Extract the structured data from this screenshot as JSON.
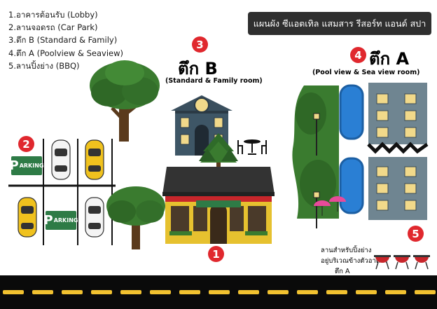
{
  "legend": [
    "1.อาคารต้อนรับ (Lobby)",
    "2.ลานจอดรถ (Car Park)",
    "3.ตึก B (Standard & Family)",
    "4.ตึก A (Poolview & Seaview)",
    "5.ลานปิ้งย่าง (BBQ)"
  ],
  "title": "แผนผัง ซีแอตเทิล แสมสาร รีสอร์ท แอนด์ สปา",
  "markers": {
    "m1": "1",
    "m2": "2",
    "m3": "3",
    "m4": "4",
    "m5": "5"
  },
  "building_b": {
    "name": "ตึก B",
    "subtitle": "(Standard & Family room)"
  },
  "building_a": {
    "name": "ตึก A",
    "subtitle": "(Pool view & Sea view room)"
  },
  "parking_sign": {
    "letter": "P",
    "text": "ARKING"
  },
  "bbq_note": [
    "ลานสำหรับปิ้งย่าง",
    "อยู่บริเวณข้างตัวอาคาร",
    "ตึก A"
  ],
  "colors": {
    "marker": "#e0282e",
    "title_bg": "#2f2f2f",
    "road": "#0a0a0a",
    "road_line": "#f2c230",
    "parking_sign": "#2e7b46",
    "building_b": "#3a4f5e",
    "lobby_roof": "#333333",
    "lobby_facade": "#e6c12f",
    "building_a": "#6f8591",
    "pool": "#2a7fd4",
    "tree": "#3a7b2f"
  }
}
